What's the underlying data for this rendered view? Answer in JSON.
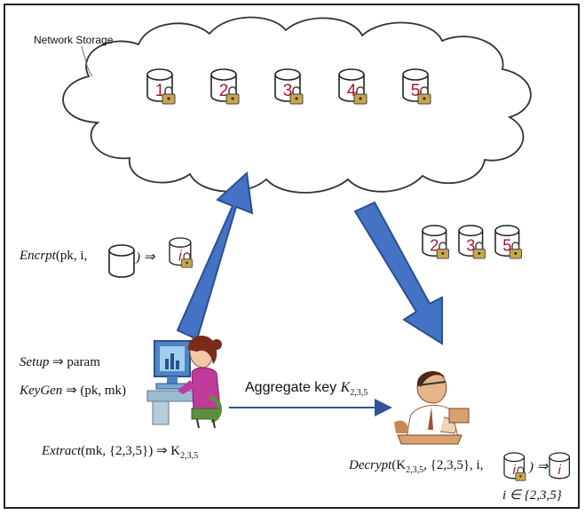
{
  "title": "Network Storage",
  "cloud_files": [
    "1",
    "2",
    "3",
    "4",
    "5"
  ],
  "shared_files": [
    "2",
    "3",
    "5"
  ],
  "encrypt": {
    "fn": "Encrpt",
    "args_prefix": "(pk, i, ",
    "args_suffix": ") ⇒"
  },
  "setup": {
    "fn": "Setup",
    "rest": "⇒ param"
  },
  "keygen": {
    "fn": "KeyGen",
    "rest": "⇒ (pk, mk)"
  },
  "extract": {
    "fn": "Extract",
    "args": "(mk, {2,3,5}) ⇒ K",
    "sub": "2,3,5"
  },
  "aggregate": {
    "text": "Aggregate key ",
    "key": "K",
    "sub": "2,3,5"
  },
  "decrypt": {
    "fn": "Decrypt",
    "args_a": "(K",
    "sub": "2,3,5",
    "args_b": ", {2,3,5}, i, ",
    "args_c": ") ⇒"
  },
  "membership": "i ∈ {2,3,5}",
  "file_index_symbol": "i",
  "colors": {
    "arrow": "#3f6fbe",
    "arrow_edge": "#2b4f91",
    "file_number": "#b3122e",
    "aggregate_arrow": "#2f5597"
  }
}
